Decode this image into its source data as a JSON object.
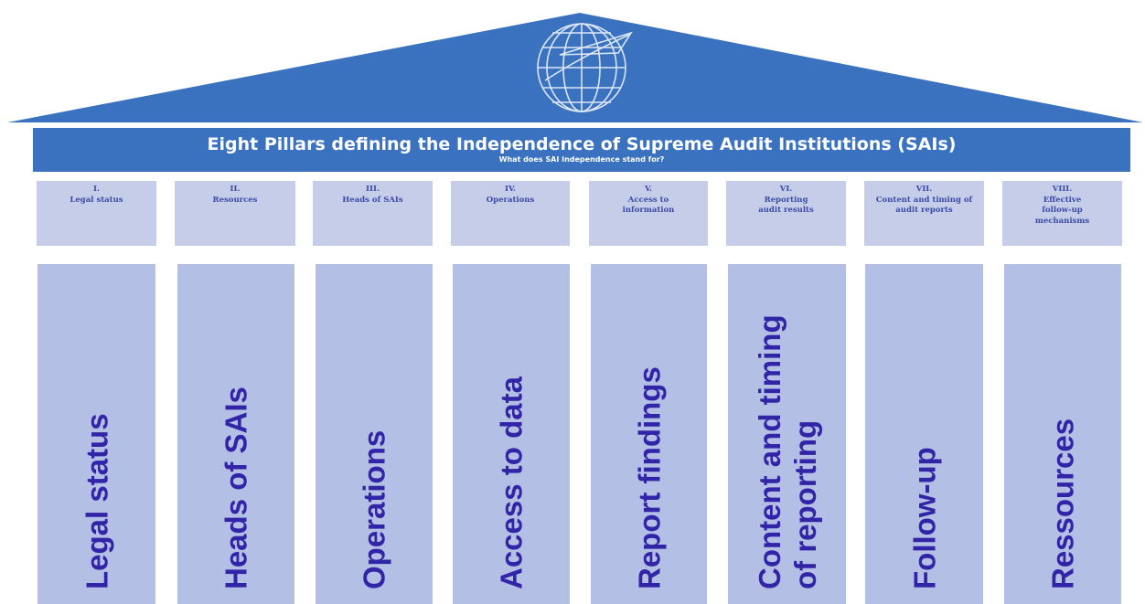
{
  "colors": {
    "roof": "#3a72c0",
    "beam": "#3a72c0",
    "cap_fill": "#c5cde8",
    "cap_text": "#3a4aa8",
    "column_fill": "#b4bfe6",
    "column_text": "#3224a6",
    "globe_lines": "#dbe6f5"
  },
  "logo": {
    "icon": "globe-logo-icon"
  },
  "header": {
    "title": "Eight Pillars defining the Independence of Supreme Audit Institutions (SAIs)",
    "subtitle": "What does SAI Independence stand for?"
  },
  "pillars": [
    {
      "numeral": "I.",
      "label": "Legal status",
      "column": "Legal status"
    },
    {
      "numeral": "II.",
      "label": "Resources",
      "column": "Heads of SAIs"
    },
    {
      "numeral": "III.",
      "label": "Heads of SAIs",
      "column": "Operations"
    },
    {
      "numeral": "IV.",
      "label": "Operations",
      "column": "Access to data"
    },
    {
      "numeral": "V.",
      "label": "Access to\ninformation",
      "column": "Report findings"
    },
    {
      "numeral": "VI.",
      "label": "Reporting\naudit results",
      "column": "Content and timing\nof reporting"
    },
    {
      "numeral": "VII.",
      "label": "Content and timing of\naudit reports",
      "column": "Follow-up"
    },
    {
      "numeral": "VIII.",
      "label": "Effective\nfollow-up\nmechanisms",
      "column": "Ressources"
    }
  ]
}
